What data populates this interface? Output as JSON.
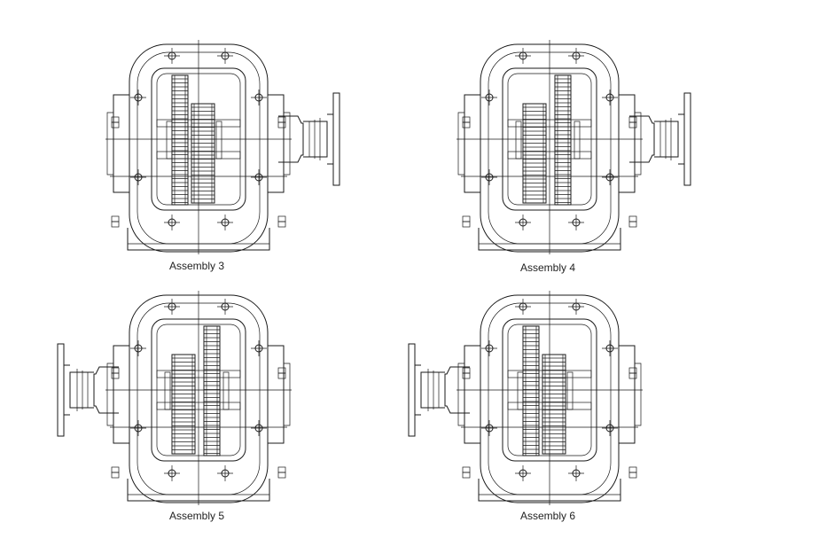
{
  "assemblies": [
    {
      "label": "Assembly 3",
      "flange_side": "right",
      "large_gear": "left"
    },
    {
      "label": "Assembly 4",
      "flange_side": "right",
      "large_gear": "right"
    },
    {
      "label": "Assembly 5",
      "flange_side": "left",
      "large_gear": "right"
    },
    {
      "label": "Assembly 6",
      "flange_side": "left",
      "large_gear": "left"
    }
  ],
  "colors": {
    "line": "#1a1a1a",
    "background": "#ffffff"
  }
}
